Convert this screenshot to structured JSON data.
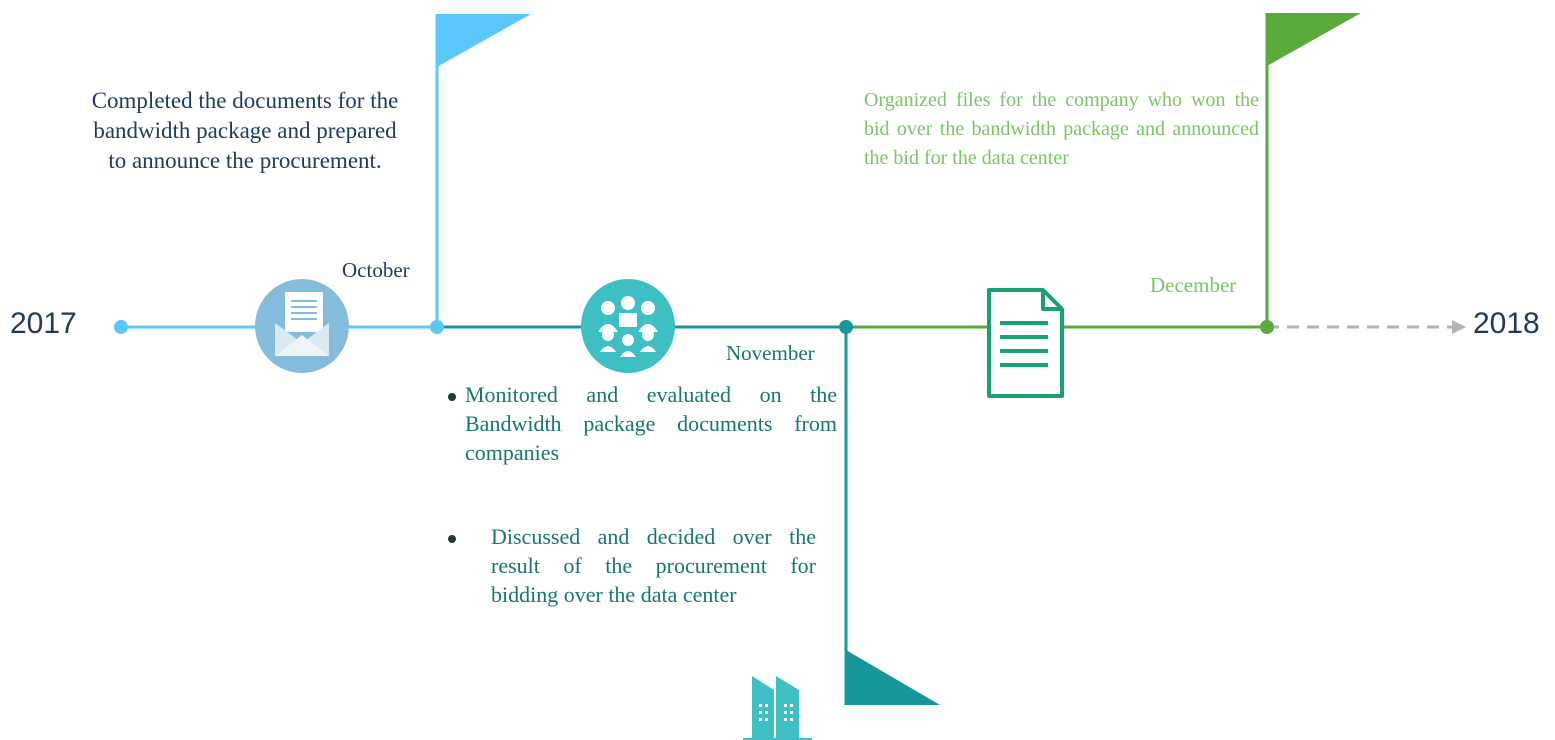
{
  "timeline": {
    "start_year": "2017",
    "end_year": "2018",
    "months": {
      "october": "October",
      "november": "November",
      "december": "December"
    },
    "milestones": {
      "october_note": "Completed the documents for the bandwidth package and prepared to announce the procurement.",
      "november_bullet_1": "Monitored and evaluated on the Bandwidth package documents from companies",
      "november_bullet_2": "Discussed and decided over the result of the procurement for bidding over the data center",
      "december_note": "Organized files for the company who won the bid over the bandwidth package and announced the bid for the data center"
    },
    "colors": {
      "segment_1": "#5ac8fa",
      "segment_2": "#17979a",
      "segment_3": "#5aaa3c",
      "future": "#b3b3b3",
      "october_text": "#1f3a5f",
      "november_text": "#17776f",
      "december_text": "#7cc467"
    },
    "icons": [
      "envelope-icon",
      "team-icon",
      "document-icon",
      "data-center-icon"
    ]
  }
}
